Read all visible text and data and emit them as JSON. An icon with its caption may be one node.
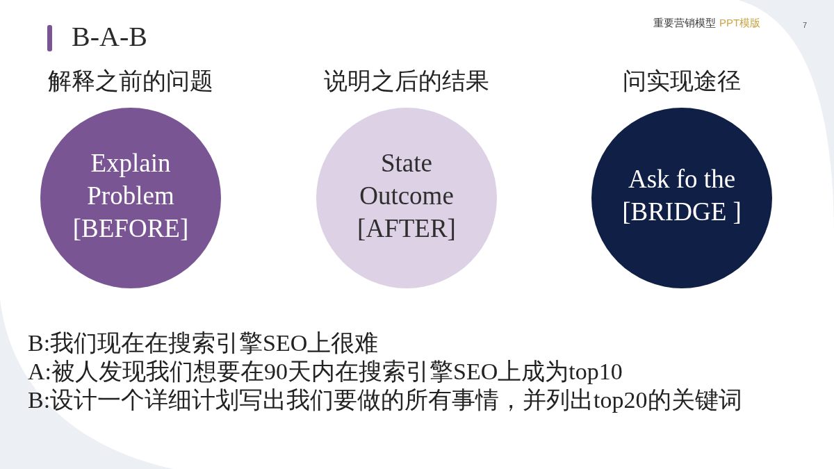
{
  "diagram": {
    "title": "B-A-B",
    "nodes": [
      {
        "text": [
          "解释之前的问题",
          "Explain Problem [BEFORE]"
        ]
      },
      {
        "text": [
          "说明之后的结果",
          "State Outcome [AFTER]"
        ]
      },
      {
        "text": [
          "问实现途径",
          "Ask fo the [BRIDGE ]"
        ]
      }
    ],
    "labels": [
      "重要营销模型",
      "PPT模版",
      "7",
      "B:我们现在在搜索引擎SEO上很难",
      "A:被人发现我们想要在90天内在搜索引擎SEO上成为top10",
      "B:设计一个详细计划写出我们要做的所有事情，并列出top20的关键词"
    ]
  }
}
